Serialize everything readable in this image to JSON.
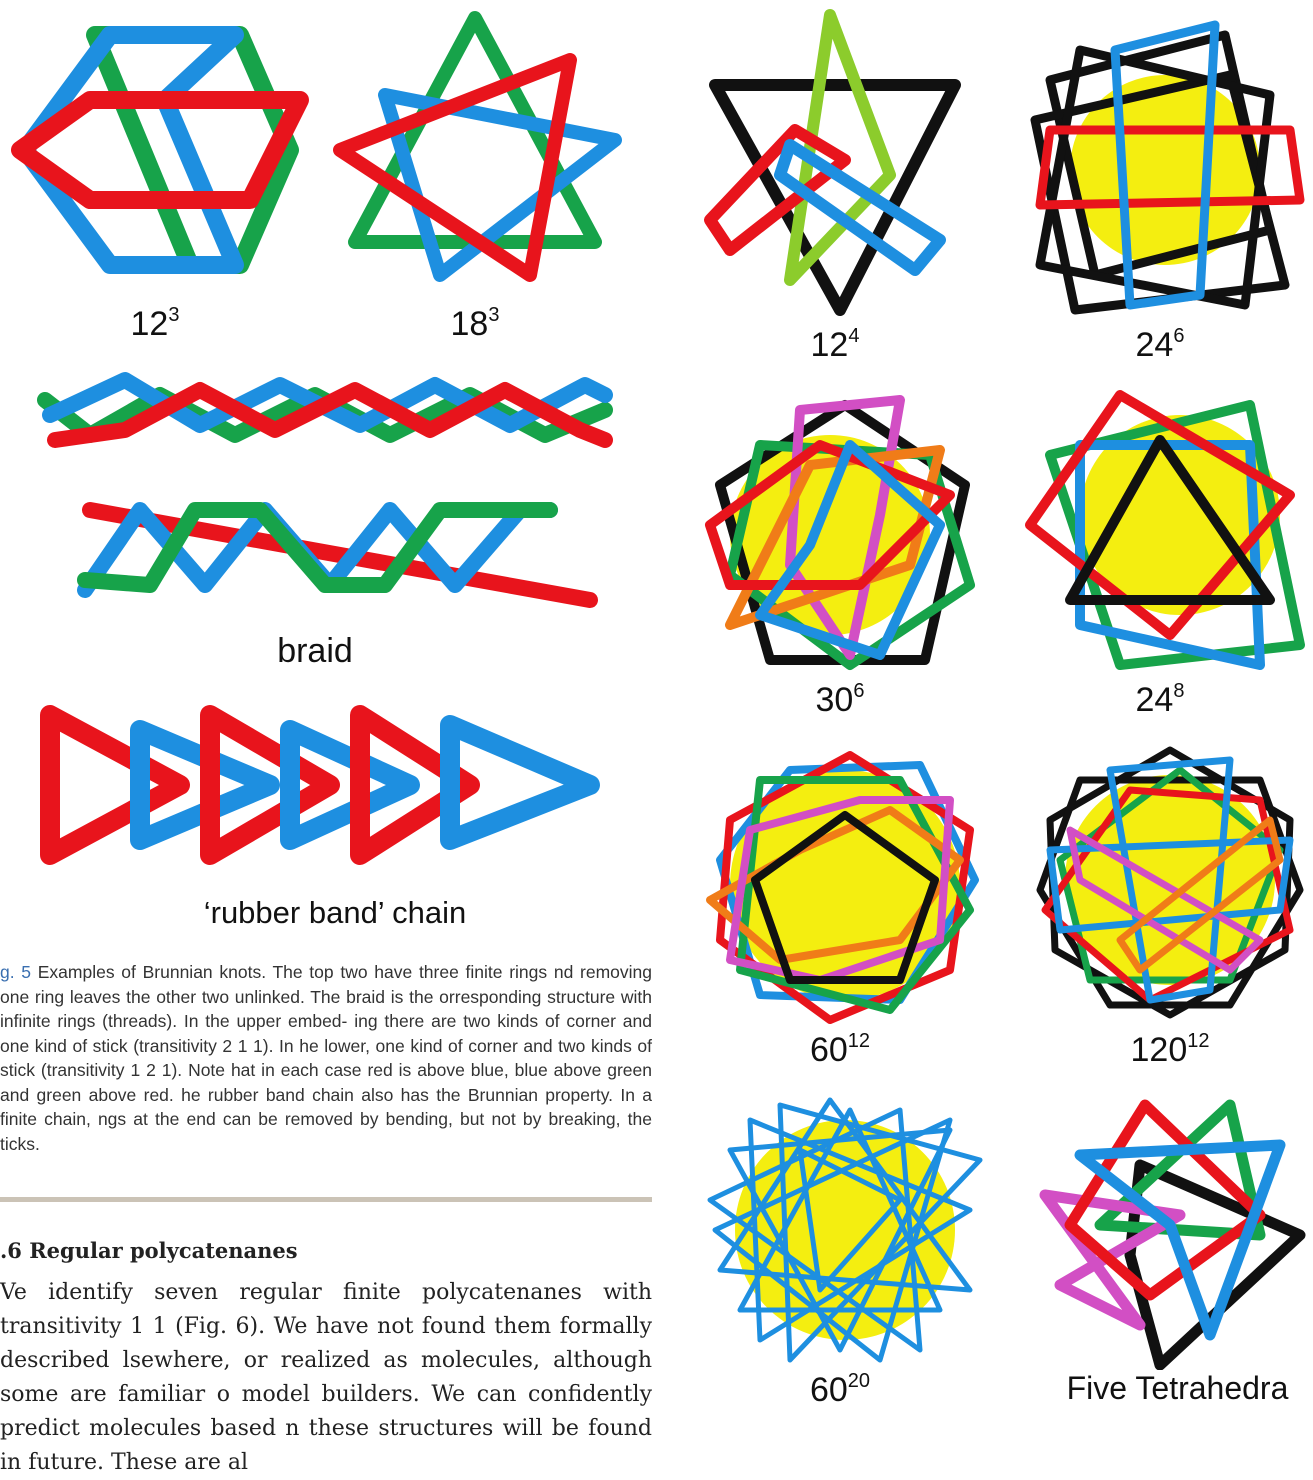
{
  "colors": {
    "red": "#e8141c",
    "blue": "#1e8fe0",
    "green": "#17a34a",
    "black": "#111111",
    "yellow": "#f4ee10",
    "orange": "#f07c18",
    "magenta": "#d24fc4",
    "lime": "#8ccc2c"
  },
  "labels": {
    "l_12_3": {
      "base": "12",
      "exp": "3"
    },
    "l_18_3": {
      "base": "18",
      "exp": "3"
    },
    "braid": "braid",
    "rubber": "‘rubber band’ chain",
    "l_12_4": {
      "base": "12",
      "exp": "4"
    },
    "l_24_6": {
      "base": "24",
      "exp": "6"
    },
    "l_30_6": {
      "base": "30",
      "exp": "6"
    },
    "l_24_8": {
      "base": "24",
      "exp": "8"
    },
    "l_60_12": {
      "base": "60",
      "exp": "12"
    },
    "l_120_12": {
      "base": "120",
      "exp": "12"
    },
    "l_60_20": {
      "base": "60",
      "exp": "20"
    },
    "five": "Five Tetrahedra"
  },
  "caption": {
    "figno": "g. 5",
    "text": "  Examples of Brunnian knots. The top two have three finite rings nd removing one ring leaves the other two unlinked. The braid is the orresponding structure with infinite rings (threads). In the upper embed- ing there are two kinds of corner and one kind of stick (transitivity 2 1 1). In he lower, one kind of corner and two kinds of stick (transitivity 1 2 1). Note hat in each case red is above blue, blue above green and green above red. he rubber band chain also has the Brunnian property. In a finite chain, ngs at the end can be removed by bending, but not by breaking, the ticks."
  },
  "section": ".6   Regular polycatenanes",
  "body": "Ve identify seven regular finite polycatenanes with transitivity  1 1 (Fig. 6). We have not found them formally described lsewhere, or realized as molecules, although some are familiar o model builders. We can confidently predict molecules based n these structures will be found in future. These are al"
}
